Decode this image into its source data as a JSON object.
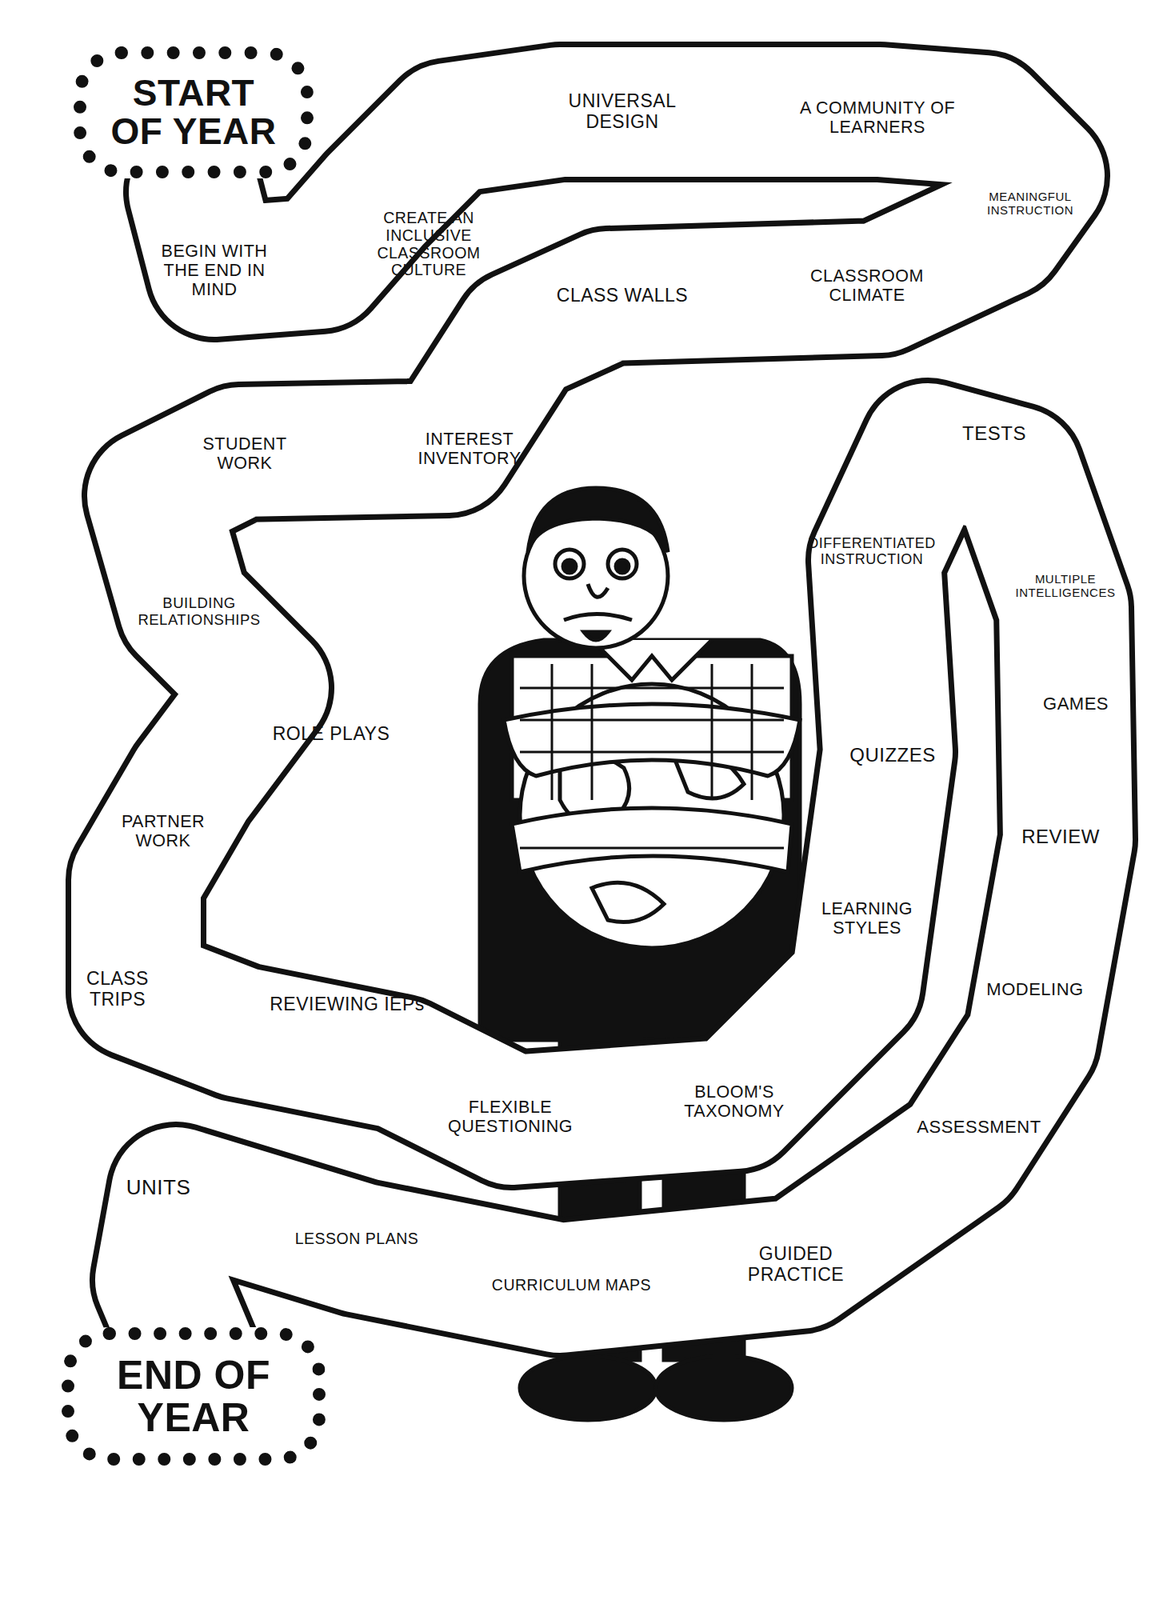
{
  "diagram": {
    "nodes": [
      {
        "text": [
          "START OF YEAR"
        ]
      },
      {
        "text": [
          "BEGIN WITH THE END IN MIND"
        ]
      },
      {
        "text": [
          "CREATE AN INCLUSIVE CLASSROOM CULTURE"
        ]
      },
      {
        "text": [
          "UNIVERSAL DESIGN"
        ]
      },
      {
        "text": [
          "A COMMUNITY OF LEARNERS"
        ]
      },
      {
        "text": [
          "MEANINGFUL INSTRUCTION"
        ]
      },
      {
        "text": [
          "CLASSROOM CLIMATE"
        ]
      },
      {
        "text": [
          "CLASS WALLS"
        ]
      },
      {
        "text": [
          "INTEREST INVENTORY"
        ]
      },
      {
        "text": [
          "STUDENT WORK"
        ]
      },
      {
        "text": [
          "BUILDING RELATIONSHIPS"
        ]
      },
      {
        "text": [
          "ROLE PLAYS"
        ]
      },
      {
        "text": [
          "PARTNER WORK"
        ]
      },
      {
        "text": [
          "CLASS TRIPS"
        ]
      },
      {
        "text": [
          "REVIEWING IEPs"
        ]
      },
      {
        "text": [
          "FLEXIBLE QUESTIONING"
        ]
      },
      {
        "text": [
          "BLOOM'S TAXONOMY"
        ]
      },
      {
        "text": [
          "LEARNING STYLES"
        ]
      },
      {
        "text": [
          "QUIZZES"
        ]
      },
      {
        "text": [
          "DIFFERENTIATED INSTRUCTION"
        ]
      },
      {
        "text": [
          "TESTS"
        ]
      },
      {
        "text": [
          "MULTIPLE INTELLIGENCES"
        ]
      },
      {
        "text": [
          "GAMES"
        ]
      },
      {
        "text": [
          "REVIEW"
        ]
      },
      {
        "text": [
          "MODELING"
        ]
      },
      {
        "text": [
          "ASSESSMENT"
        ]
      },
      {
        "text": [
          "GUIDED PRACTICE"
        ]
      },
      {
        "text": [
          "CURRICULUM MAPS"
        ]
      },
      {
        "text": [
          "LESSON PLANS"
        ]
      },
      {
        "text": [
          "UNITS"
        ]
      },
      {
        "text": [
          "END OF YEAR"
        ]
      }
    ]
  }
}
